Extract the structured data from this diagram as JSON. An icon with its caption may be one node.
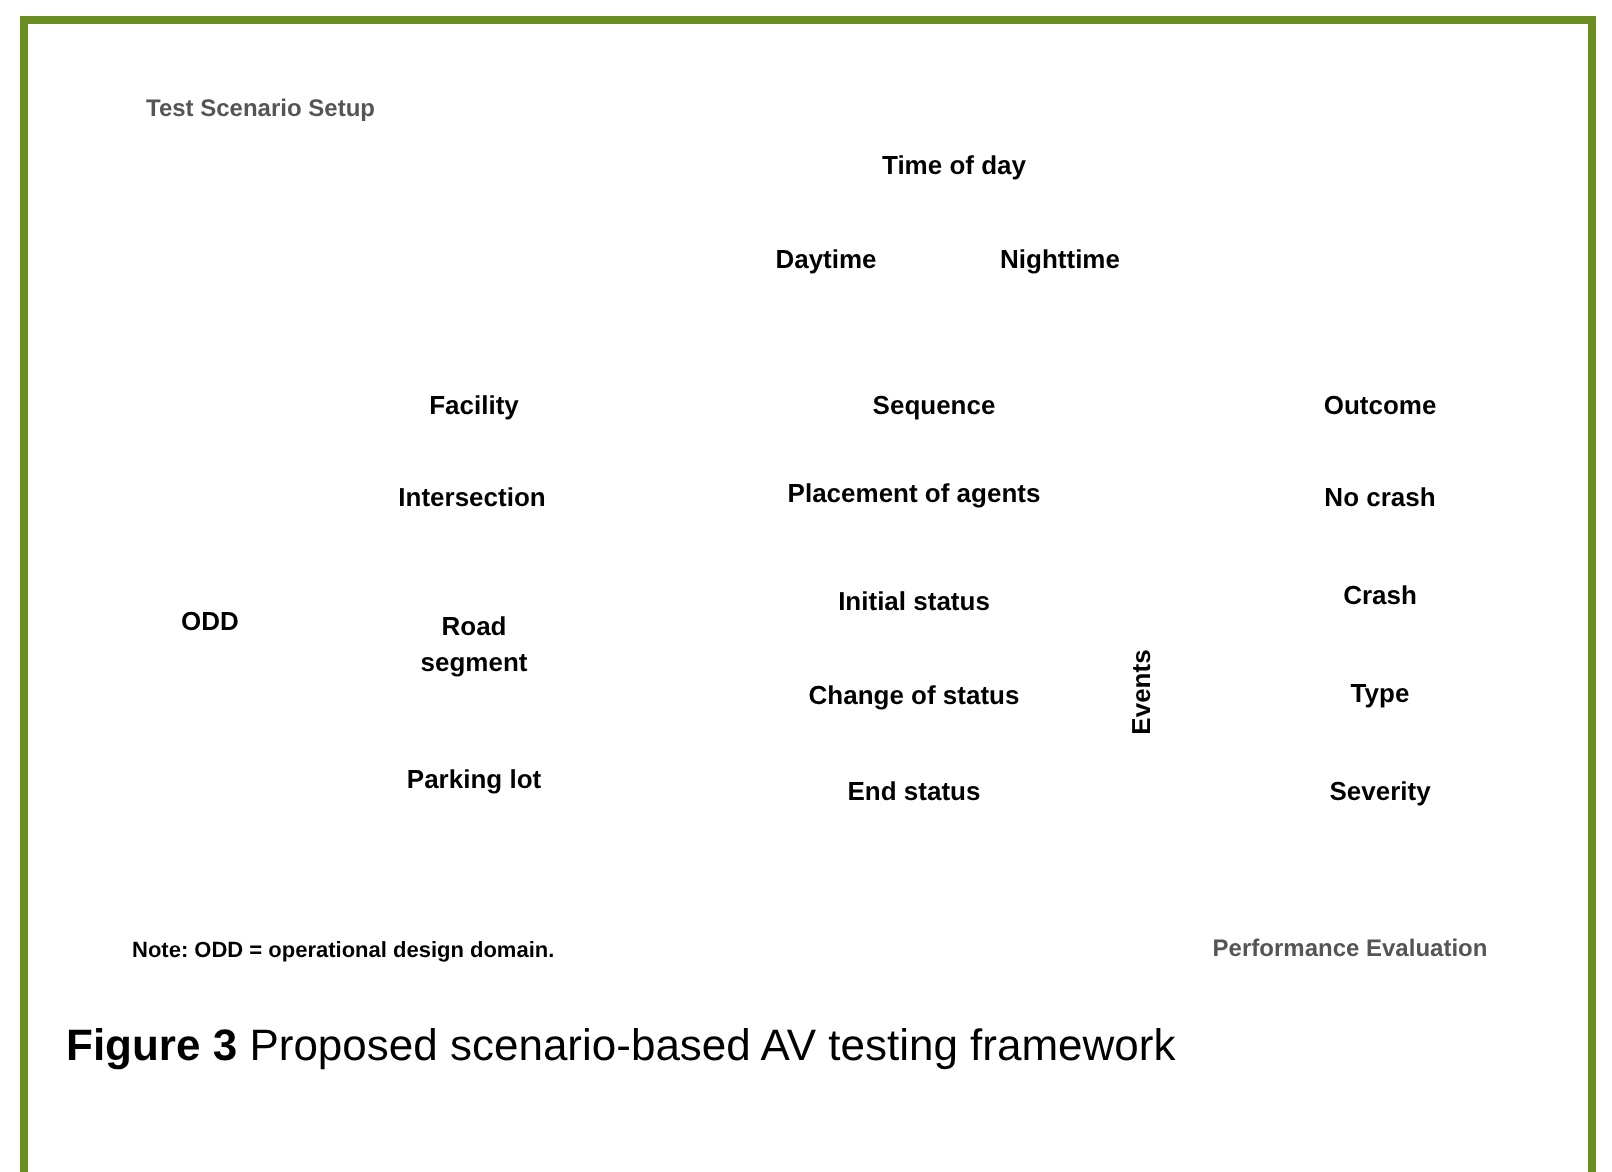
{
  "diagram": {
    "caption": "**Figure 3** Proposed scenario-based AV testing framework",
    "labels": [
      "Test Scenario Setup",
      "Time of day",
      "Daytime",
      "Nighttime",
      "Facility",
      "Sequence",
      "Outcome",
      "Intersection",
      "Placement of agents",
      "No crash",
      "ODD",
      "Road segment",
      "Initial status",
      "Crash",
      "Change of status",
      "Events",
      "Type",
      "Parking lot",
      "End status",
      "Severity",
      "Note: ODD = operational design domain.",
      "Performance Evaluation"
    ]
  }
}
